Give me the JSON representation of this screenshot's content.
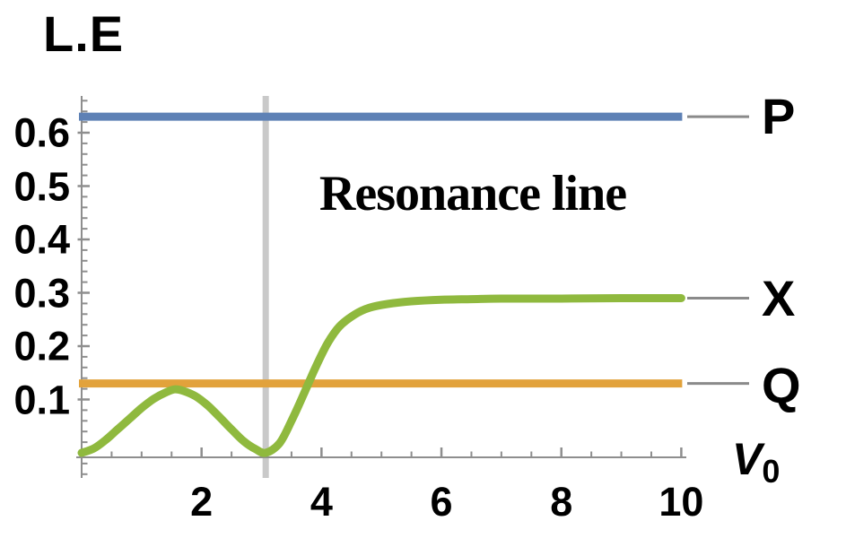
{
  "labels": {
    "y_axis_title": "L.E",
    "x_axis_title": "V",
    "x_axis_title_sub": "0",
    "resonance_annotation": "Resonance line",
    "series_p": "P",
    "series_x": "X",
    "series_q": "Q"
  },
  "colors": {
    "p_line": "#5E81B5",
    "q_line": "#E2A23B",
    "x_curve": "#8FB93E",
    "resonance_line": "#C9C9C9",
    "callout": "#8A8A8A",
    "axis": "#8E8E8E",
    "text": "#000000"
  },
  "chart_data": {
    "type": "line",
    "title": "",
    "xlabel": "V0",
    "ylabel": "L.E",
    "xlim": [
      0,
      10.1
    ],
    "ylim": [
      -0.04,
      0.67
    ],
    "x_ticks": [
      2,
      4,
      6,
      8,
      10
    ],
    "x_minor_tick_step": 0.5,
    "y_ticks": [
      0.1,
      0.2,
      0.3,
      0.4,
      0.5,
      0.6
    ],
    "y_minor_tick_step": 0.02,
    "grid": false,
    "legend_position": "right-callouts",
    "resonance_vline_x": 3.07,
    "annotations": [
      {
        "text": "Resonance line",
        "x": 6.5,
        "y": 0.49
      }
    ],
    "series": [
      {
        "name": "P",
        "type": "hline",
        "value": 0.63,
        "x_start": 0,
        "x_end": 10,
        "color_key": "p_line"
      },
      {
        "name": "Q",
        "type": "hline",
        "value": 0.13,
        "x_start": 0,
        "x_end": 10,
        "color_key": "q_line"
      },
      {
        "name": "X",
        "type": "curve",
        "asymptote": 0.29,
        "local_max": {
          "x": 1.55,
          "y": 0.12
        },
        "resonance_min": {
          "x": 3.07,
          "y": 0.0
        },
        "color_key": "x_curve",
        "points": [
          [
            0,
            0.0
          ],
          [
            0.2,
            0.008
          ],
          [
            0.4,
            0.024
          ],
          [
            0.6,
            0.044
          ],
          [
            0.8,
            0.064
          ],
          [
            1.0,
            0.084
          ],
          [
            1.2,
            0.101
          ],
          [
            1.4,
            0.113
          ],
          [
            1.55,
            0.119
          ],
          [
            1.7,
            0.116
          ],
          [
            1.9,
            0.106
          ],
          [
            2.1,
            0.089
          ],
          [
            2.3,
            0.067
          ],
          [
            2.5,
            0.044
          ],
          [
            2.7,
            0.022
          ],
          [
            2.9,
            0.007
          ],
          [
            3.07,
            0.0
          ],
          [
            3.3,
            0.018
          ],
          [
            3.5,
            0.06
          ],
          [
            3.7,
            0.109
          ],
          [
            3.9,
            0.16
          ],
          [
            4.1,
            0.205
          ],
          [
            4.3,
            0.237
          ],
          [
            4.55,
            0.259
          ],
          [
            4.8,
            0.272
          ],
          [
            5.1,
            0.279
          ],
          [
            5.5,
            0.284
          ],
          [
            6.0,
            0.287
          ],
          [
            6.5,
            0.288
          ],
          [
            7.0,
            0.289
          ],
          [
            8.0,
            0.289
          ],
          [
            9.0,
            0.29
          ],
          [
            10.0,
            0.29
          ]
        ]
      }
    ]
  }
}
